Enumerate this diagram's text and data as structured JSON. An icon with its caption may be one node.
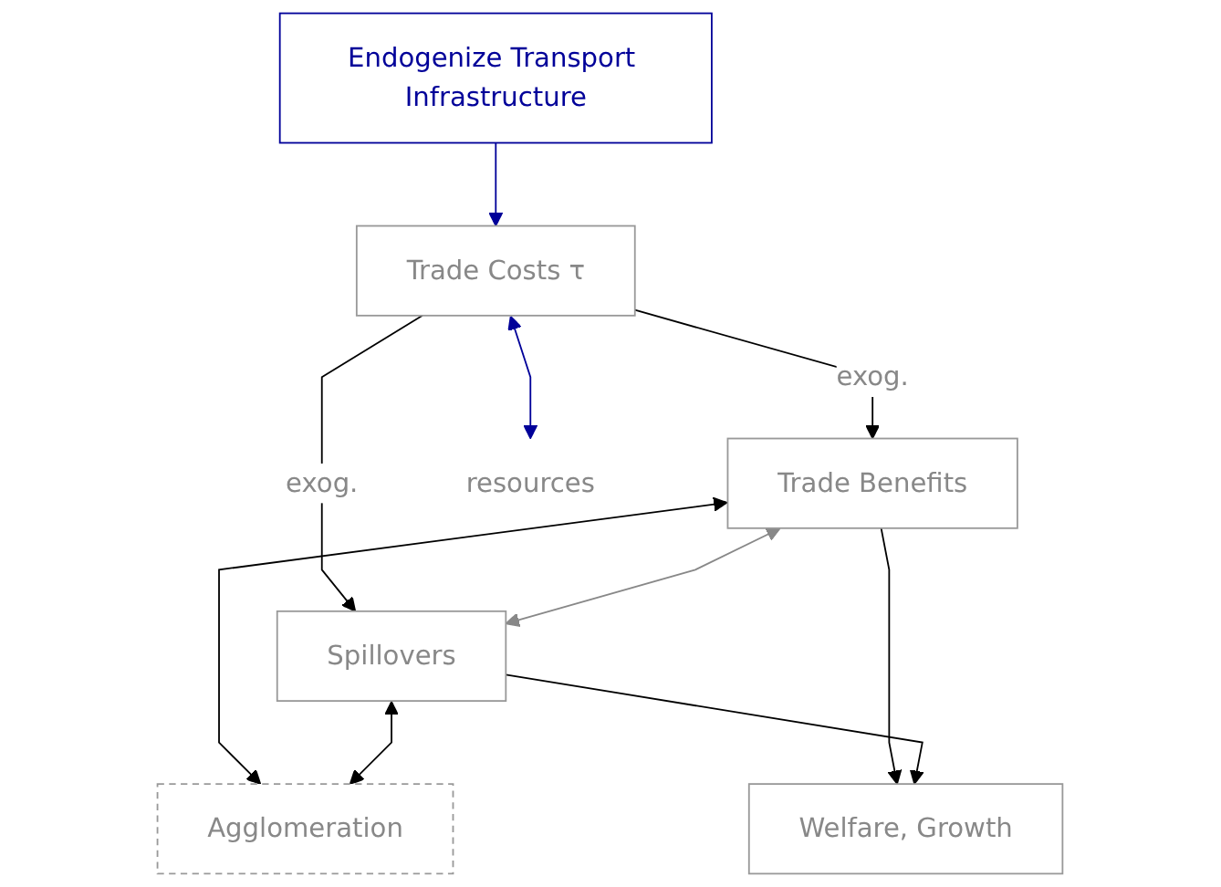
{
  "diagram": {
    "nodes": [
      {
        "text": [
          "Endogenize Transport Infrastructure"
        ]
      },
      {
        "text": [
          "Trade Costs τ"
        ]
      },
      {
        "text": [
          "Trade Benefits"
        ]
      },
      {
        "text": [
          "Spillovers"
        ]
      },
      {
        "text": [
          "Agglomeration"
        ]
      },
      {
        "text": [
          "Welfare, Growth"
        ]
      },
      {
        "text": [
          "resources"
        ]
      }
    ],
    "edges": [
      {
        "from": 0,
        "to": 1,
        "arrow": "to",
        "color": "#000099"
      },
      {
        "from": 1,
        "to": 2,
        "arrow": "to",
        "label": "exog."
      },
      {
        "from": 1,
        "to": 3,
        "arrow": "to",
        "label": "exog."
      },
      {
        "from": 1,
        "to": 6,
        "arrow": "both",
        "color": "#000099"
      },
      {
        "from": 2,
        "to": 3,
        "arrow": "both",
        "color": "#888888"
      },
      {
        "from": 2,
        "to": 4,
        "arrow": "both"
      },
      {
        "from": 3,
        "to": 4,
        "arrow": "both"
      },
      {
        "from": 2,
        "to": 5,
        "arrow": "to"
      },
      {
        "from": 3,
        "to": 5,
        "arrow": "to"
      }
    ]
  }
}
